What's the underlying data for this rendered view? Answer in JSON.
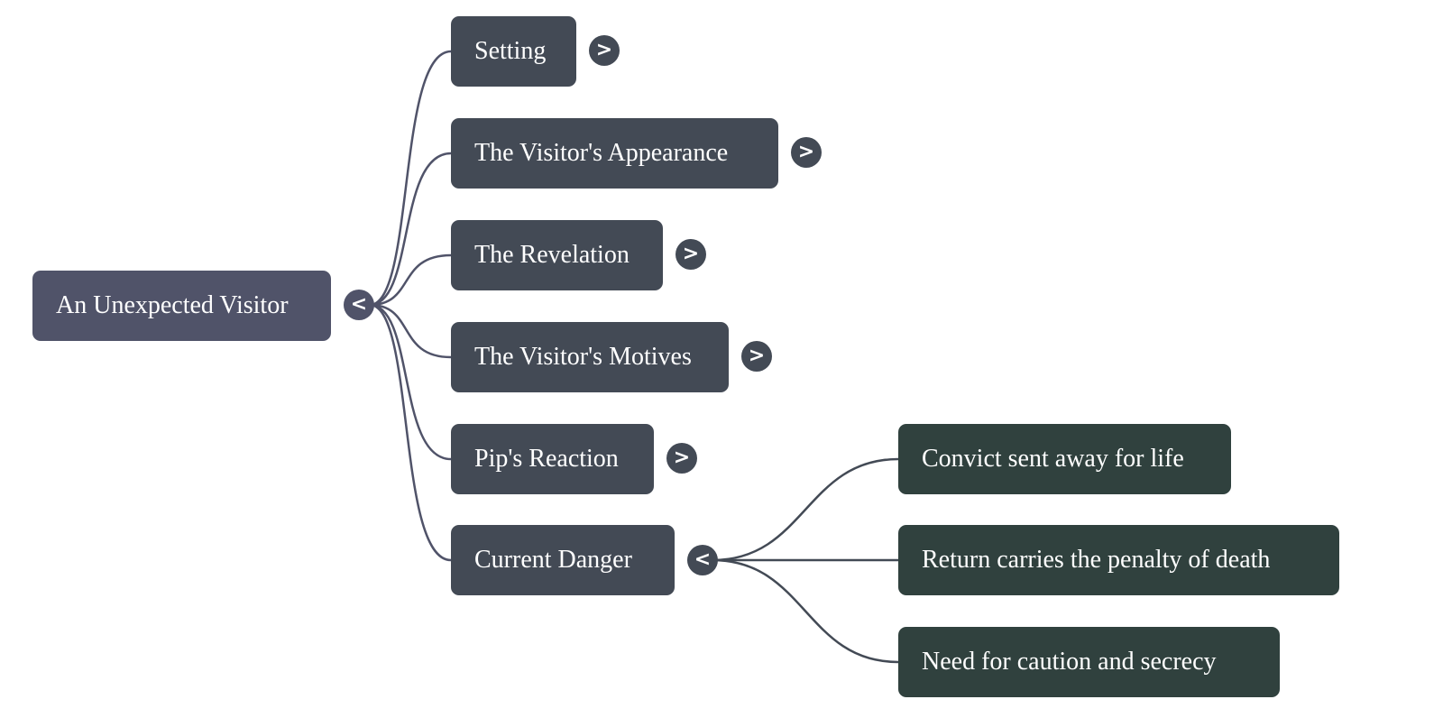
{
  "mindmap": {
    "root": {
      "label": "An Unexpected Visitor",
      "toggle": "<",
      "expanded": true
    },
    "children": [
      {
        "label": "Setting",
        "toggle": ">",
        "expanded": false
      },
      {
        "label": "The Visitor's Appearance",
        "toggle": ">",
        "expanded": false
      },
      {
        "label": "The Revelation",
        "toggle": ">",
        "expanded": false
      },
      {
        "label": "The Visitor's Motives",
        "toggle": ">",
        "expanded": false
      },
      {
        "label": "Pip's Reaction",
        "toggle": ">",
        "expanded": false
      },
      {
        "label": "Current Danger",
        "toggle": "<",
        "expanded": true,
        "children": [
          {
            "label": "Convict sent away for life"
          },
          {
            "label": "Return carries the penalty of death"
          },
          {
            "label": "Need for caution and secrecy"
          }
        ]
      }
    ]
  },
  "colors": {
    "root_node": "#505369",
    "level1_node": "#434a55",
    "level2_node": "#30413e",
    "root_links": "#505369",
    "level2_links": "#434a55",
    "text": "#ffffff"
  }
}
